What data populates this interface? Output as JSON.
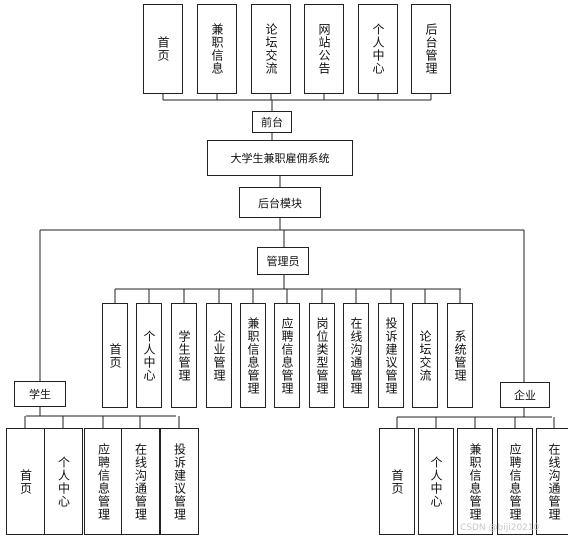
{
  "top_nav": [
    "首页",
    "兼职信息",
    "论坛交流",
    "网站公告",
    "个人中心",
    "后台管理"
  ],
  "front": "前台",
  "system": "大学生兼职雇佣系统",
  "backend": "后台模块",
  "admin": {
    "label": "管理员",
    "items": [
      "首页",
      "个人中心",
      "学生管理",
      "企业管理",
      "兼职信息管理",
      "应聘信息管理",
      "岗位类型管理",
      "在线沟通管理",
      "投诉建议管理",
      "论坛交流",
      "系统管理"
    ]
  },
  "student": {
    "label": "学生",
    "items": [
      "首页",
      "个人中心",
      "应聘信息管理",
      "在线沟通管理",
      "投诉建议管理"
    ]
  },
  "company": {
    "label": "企业",
    "items": [
      "首页",
      "个人中心",
      "兼职信息管理",
      "应聘信息管理",
      "在线沟通管理"
    ]
  },
  "watermark": "CSDN @biji20210"
}
